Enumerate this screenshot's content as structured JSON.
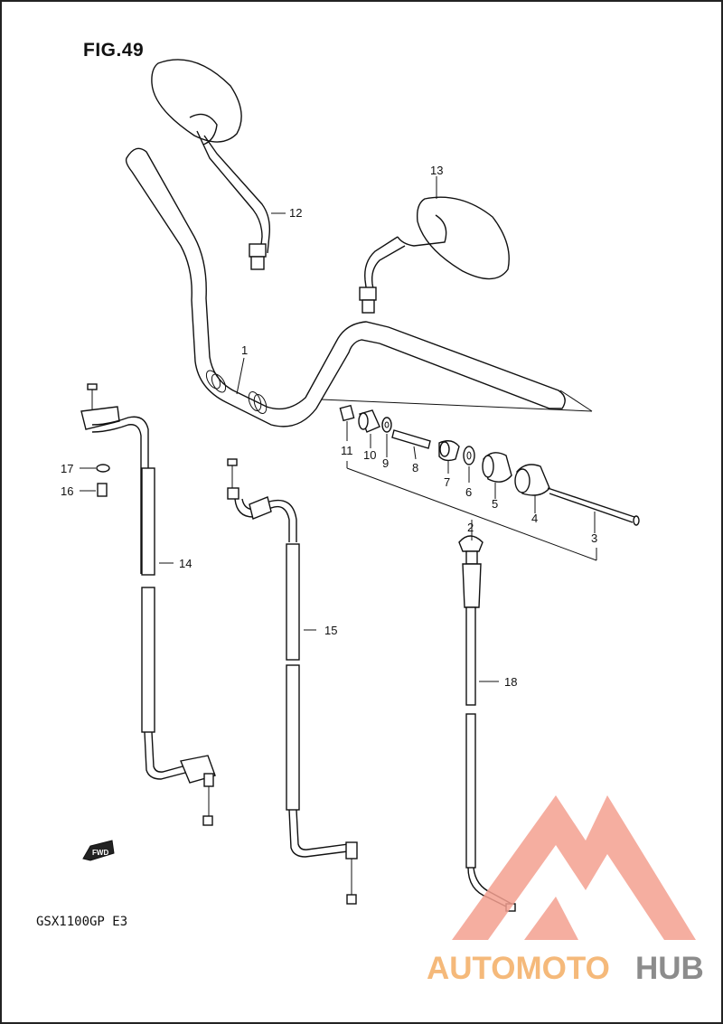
{
  "figure": {
    "title": "FIG.49"
  },
  "model": {
    "label": "GSX1100GP  E3"
  },
  "parts": [
    {
      "num": "1"
    },
    {
      "num": "2"
    },
    {
      "num": "3"
    },
    {
      "num": "4"
    },
    {
      "num": "5"
    },
    {
      "num": "6"
    },
    {
      "num": "7"
    },
    {
      "num": "8"
    },
    {
      "num": "9"
    },
    {
      "num": "10"
    },
    {
      "num": "11"
    },
    {
      "num": "12"
    },
    {
      "num": "13"
    },
    {
      "num": "14"
    },
    {
      "num": "15"
    },
    {
      "num": "16"
    },
    {
      "num": "17"
    },
    {
      "num": "18"
    }
  ],
  "fwd_marker": {
    "label": "FWD"
  },
  "watermark": {
    "text_part1": "AUTOMOTO",
    "text_part2": "HUB",
    "color_primary": "#f08d7a",
    "color_secondary": "#8c8c8c",
    "color_orange": "#f5b97a"
  }
}
